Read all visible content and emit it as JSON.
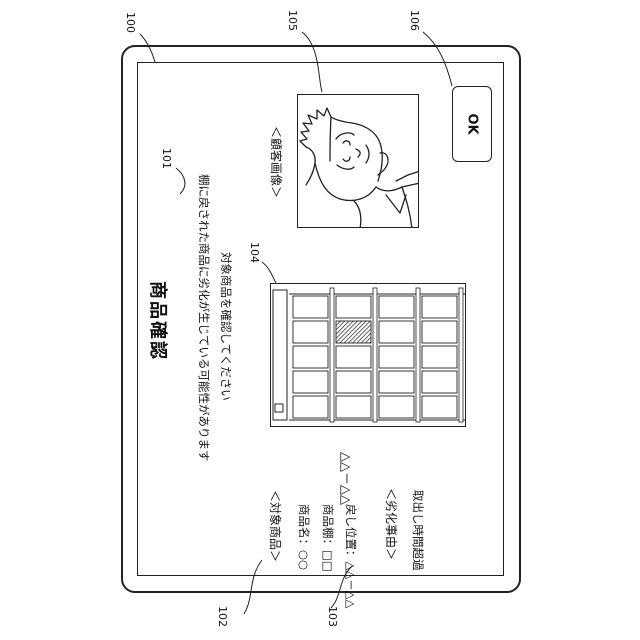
{
  "refs": {
    "device": "100",
    "message": "101",
    "item_info": "102",
    "reason": "103",
    "shelf": "104",
    "customer_image": "105",
    "ok": "106"
  },
  "title": "商品確認",
  "message": {
    "line1": "棚に戻された商品に劣化が生じている可能性があります",
    "line2": "対象商品を確認してください"
  },
  "customer_image_label": "＜顧客画像＞",
  "ok_label": "OK",
  "shelf": {
    "rows": 5,
    "cols": 4,
    "highlight": {
      "row": 1,
      "col": 1
    }
  },
  "position_range": "△△－△△",
  "item": {
    "heading": "＜対象商品＞",
    "name": "商品名：○○",
    "shelf": "商品棚：□□",
    "return_position": "戻し位置：△△－△△"
  },
  "reason": {
    "heading": "＜劣化事由＞",
    "value": "取出し時間超過"
  }
}
